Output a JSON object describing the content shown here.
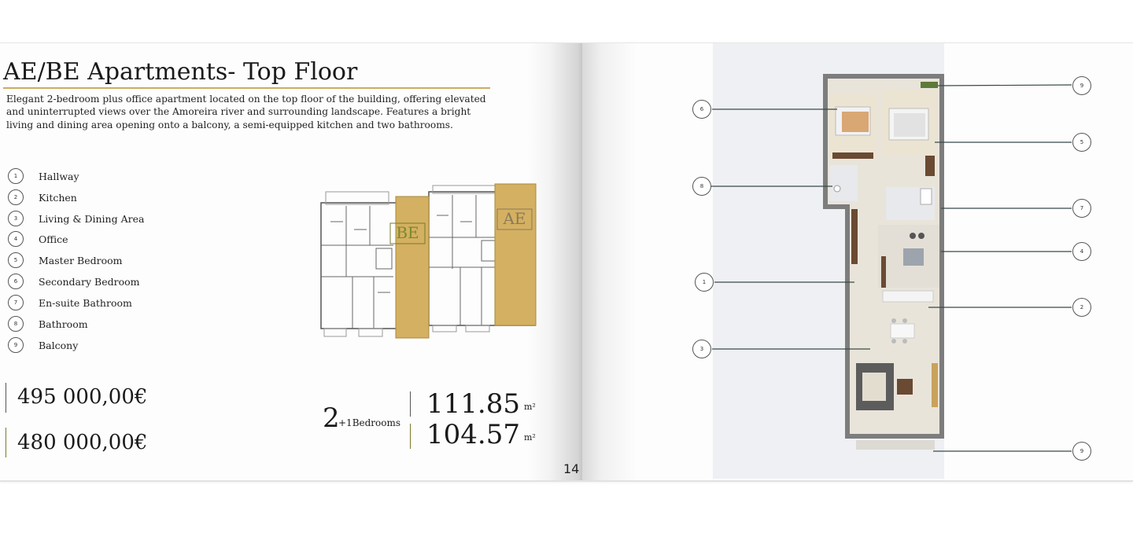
{
  "title": "AE/BE Apartments- Top Floor",
  "description": "Elegant 2-bedroom plus office apartment located on the top floor of the building, offering elevated and uninterrupted views over the Amoreira river and surrounding landscape. Features a bright living and dining area opening onto a balcony, a semi-equipped kitchen and two bathrooms.",
  "legend": [
    {
      "num": "1",
      "label": "Hallway"
    },
    {
      "num": "2",
      "label": "Kitchen"
    },
    {
      "num": "3",
      "label": "Living & Dining Area"
    },
    {
      "num": "4",
      "label": "Office"
    },
    {
      "num": "5",
      "label": "Master Bedroom"
    },
    {
      "num": "6",
      "label": "Secondary Bedroom"
    },
    {
      "num": "7",
      "label": "En-suite Bathroom"
    },
    {
      "num": "8",
      "label": "Bathroom"
    },
    {
      "num": "9",
      "label": "Balcony"
    }
  ],
  "prices": [
    "495 000,00€",
    "480 000,00€"
  ],
  "bedrooms": {
    "count": "2",
    "suffix": "+1Bedrooms"
  },
  "areas": [
    {
      "value": "111.85",
      "unit": "m²"
    },
    {
      "value": "104.57",
      "unit": "m²"
    }
  ],
  "page_number": "14",
  "building_labels": {
    "left": "BE",
    "right": "AE"
  },
  "callouts": [
    {
      "num": "9"
    },
    {
      "num": "6"
    },
    {
      "num": "5"
    },
    {
      "num": "8"
    },
    {
      "num": "7"
    },
    {
      "num": "4"
    },
    {
      "num": "1"
    },
    {
      "num": "2"
    },
    {
      "num": "3"
    },
    {
      "num": "9"
    }
  ],
  "colors": {
    "accent_gold": "#c9ad63",
    "highlight_fill": "#d4b062",
    "divider_gray": "#555555",
    "divider_olive": "#7a7a2a"
  }
}
